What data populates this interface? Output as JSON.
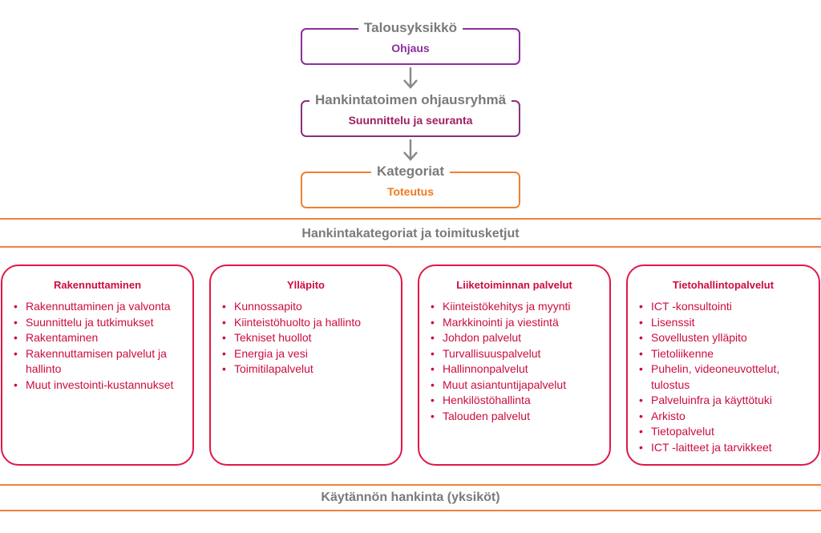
{
  "top_boxes": [
    {
      "title": "Talousyksikkö",
      "subtitle": "Ohjaus"
    },
    {
      "title": "Hankintatoimen ohjausryhmä",
      "subtitle": "Suunnittelu ja seuranta"
    },
    {
      "title": "Kategoriat",
      "subtitle": "Toteutus"
    }
  ],
  "band_top": "Hankintakategoriat ja toimitusketjut",
  "band_bottom": "Käytännön hankinta (yksiköt)",
  "categories": [
    {
      "title": "Rakennuttaminen",
      "items": [
        "Rakennuttaminen ja valvonta",
        "Suunnittelu ja tutkimukset",
        "Rakentaminen",
        "Rakennuttamisen palvelut ja hallinto",
        "Muut investointi-kustannukset"
      ]
    },
    {
      "title": "Ylläpito",
      "items": [
        "Kunnossapito",
        "Kiinteistöhuolto ja hallinto",
        "Tekniset huollot",
        "Energia ja vesi",
        "Toimitilapalvelut"
      ]
    },
    {
      "title": "Liiketoiminnan palvelut",
      "items": [
        "Kiinteistökehitys ja myynti",
        "Markkinointi ja viestintä",
        "Johdon palvelut",
        "Turvallisuuspalvelut",
        "Hallinnonpalvelut",
        "Muut asiantuntijapalvelut",
        "Henkilöstöhallinta",
        "Talouden palvelut"
      ]
    },
    {
      "title": "Tietohallintopalvelut",
      "items": [
        "ICT -konsultointi",
        "Lisenssit",
        "Sovellusten ylläpito",
        "Tietoliikenne",
        "Puhelin, videoneuvottelut, tulostus",
        "Palveluinfra ja käyttötuki",
        "Arkisto",
        "Tietopalvelut",
        "ICT -laitteet ja tarvikkeet"
      ]
    }
  ],
  "colors": {
    "purple": "#8b2f9c",
    "magenta": "#9e1f63",
    "orange": "#f07a1f",
    "red": "#cc0c3f",
    "gray": "#7a7a7a"
  }
}
